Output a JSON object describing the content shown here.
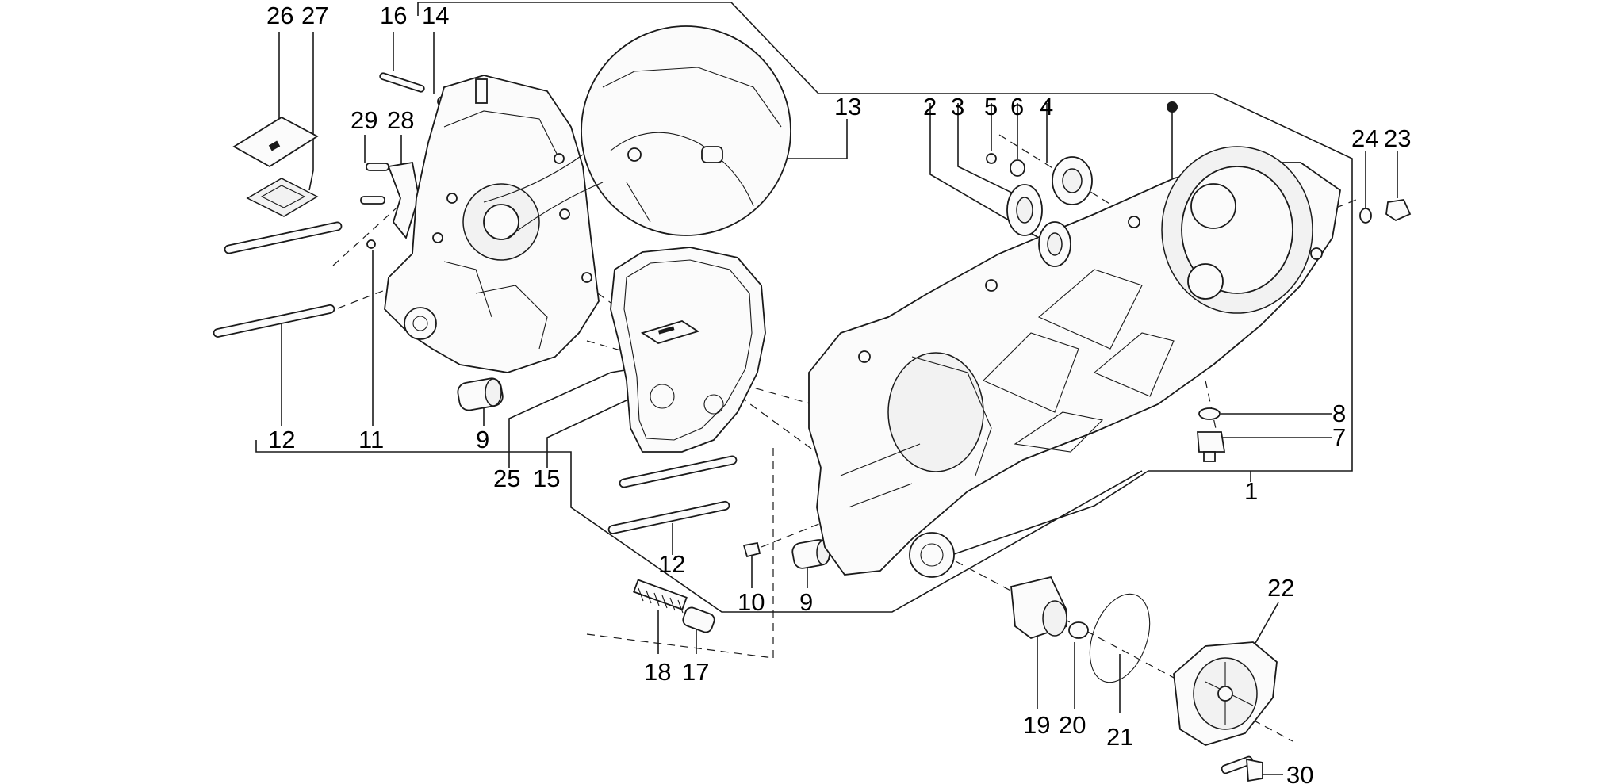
{
  "diagram": {
    "colors": {
      "line": "#1a1a1a",
      "background": "#ffffff"
    },
    "callouts": [
      {
        "id": "c26",
        "text": "26"
      },
      {
        "id": "c27",
        "text": "27"
      },
      {
        "id": "c16",
        "text": "16"
      },
      {
        "id": "c14",
        "text": "14"
      },
      {
        "id": "c29",
        "text": "29"
      },
      {
        "id": "c28",
        "text": "28"
      },
      {
        "id": "c13",
        "text": "13"
      },
      {
        "id": "c2",
        "text": "2"
      },
      {
        "id": "c3",
        "text": "3"
      },
      {
        "id": "c5",
        "text": "5"
      },
      {
        "id": "c6",
        "text": "6"
      },
      {
        "id": "c4",
        "text": "4"
      },
      {
        "id": "c24",
        "text": "24"
      },
      {
        "id": "c23",
        "text": "23"
      },
      {
        "id": "c12a",
        "text": "12"
      },
      {
        "id": "c11",
        "text": "11"
      },
      {
        "id": "c9a",
        "text": "9"
      },
      {
        "id": "c25",
        "text": "25"
      },
      {
        "id": "c15",
        "text": "15"
      },
      {
        "id": "c8",
        "text": "8"
      },
      {
        "id": "c7",
        "text": "7"
      },
      {
        "id": "c1",
        "text": "1"
      },
      {
        "id": "c12b",
        "text": "12"
      },
      {
        "id": "c10",
        "text": "10"
      },
      {
        "id": "c9b",
        "text": "9"
      },
      {
        "id": "c22",
        "text": "22"
      },
      {
        "id": "c18",
        "text": "18"
      },
      {
        "id": "c17",
        "text": "17"
      },
      {
        "id": "c19",
        "text": "19"
      },
      {
        "id": "c20",
        "text": "20"
      },
      {
        "id": "c21",
        "text": "21"
      },
      {
        "id": "c30",
        "text": "30"
      }
    ]
  }
}
